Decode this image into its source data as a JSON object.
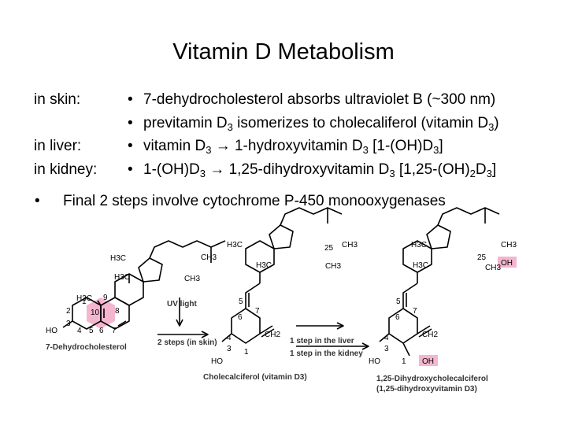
{
  "title": "Vitamin D Metabolism",
  "labels": {
    "skin": "in skin:",
    "liver": "in liver:",
    "kidney": "in kidney:"
  },
  "bullet_char": "•",
  "bullets": [
    {
      "parts": [
        "7-dehydrocholesterol absorbs ultraviolet B (~300 nm)"
      ]
    },
    {
      "parts": [
        "previtamin D",
        "3",
        " isomerizes to cholecaliferol (vitamin D",
        "3",
        ")"
      ]
    },
    {
      "parts": [
        "vitamin D",
        "3",
        " → 1-hydroxyvitamin D",
        "3",
        " [1-(OH)D",
        "3",
        "]"
      ]
    },
    {
      "parts": [
        "1-(OH)D",
        "3",
        " → 1,25-dihydroxyvitamin D",
        "3",
        " [1,25-(OH)",
        "2",
        "D",
        "3",
        "]"
      ]
    }
  ],
  "final_bullet": "Final 2 steps involve cytochrome P-450 monooxygenases",
  "diagram": {
    "uv_label": "UV light",
    "skin_step": "2 steps (in skin)",
    "liver_step": "1 step in the liver",
    "kidney_step": "1 step in the kidney",
    "names": {
      "dehydro": "7-Dehydrocholesterol",
      "chole": "Cholecalciferol (vitamin D3)",
      "dihydroxy_1": "1,25-Dihydroxycholecalciferol",
      "dihydroxy_2": "(1,25-dihydroxyvitamin D3)"
    },
    "groups": {
      "h3c": "H3C",
      "ch3": "CH3",
      "ho": "HO",
      "oh": "OH",
      "ch2": "CH2",
      "num25": "25"
    },
    "ring_numbers": [
      "1",
      "2",
      "3",
      "4",
      "5",
      "6",
      "7",
      "8",
      "9",
      "10"
    ],
    "highlight_color": "#f4b6cf"
  }
}
